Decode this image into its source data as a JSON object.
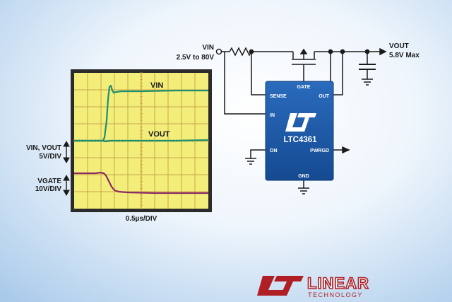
{
  "scope": {
    "vin_trace": "VIN",
    "vout_trace": "VOUT",
    "ch1_scale_name": "VIN, VOUT",
    "ch1_scale_div": "5V/DIV",
    "ch2_scale_name": "VGATE",
    "ch2_scale_div": "10V/DIV",
    "time_div": "0.5µs/DIV"
  },
  "schematic": {
    "vin_label": "VIN",
    "vin_range": "2.5V to 80V",
    "vout_label": "VOUT",
    "vout_max": "5.8V Max",
    "chip_name": "LTC4361",
    "pin_gate": "GATE",
    "pin_sense": "SENSE",
    "pin_out": "OUT",
    "pin_in": "IN",
    "pin_on": "ON",
    "pin_pwrgd": "PWRGD",
    "pin_gnd": "GND"
  },
  "brand": {
    "name": "LINEAR",
    "tagline": "TECHNOLOGY",
    "color": "#b01f24"
  },
  "colors": {
    "scope_bg": "#f3ee7a",
    "scope_grid": "#c8a64a",
    "trace_vin_vout": "#1e8f6e",
    "trace_gate": "#8a2a64",
    "chip_fill": "#1d5aa8"
  }
}
